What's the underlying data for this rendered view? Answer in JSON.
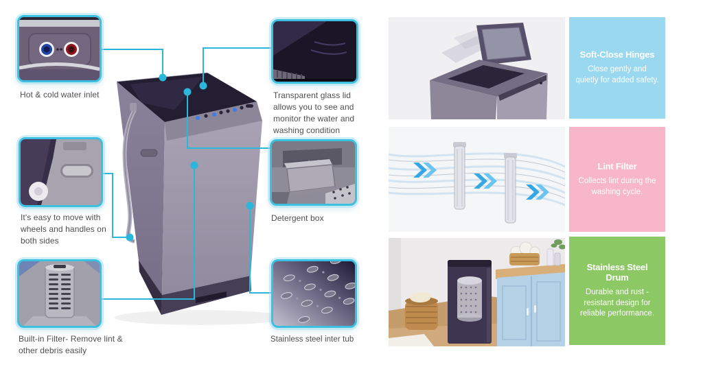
{
  "accent_color": "#2ab7d9",
  "left_section": {
    "callouts": [
      {
        "name": "hot-cold-water-inlet",
        "caption": "Hot & cold water inlet"
      },
      {
        "name": "easy-move-wheels-handles",
        "caption": "It's easy to move with wheels and handles on both sides"
      },
      {
        "name": "built-in-filter",
        "caption": "Built-in Filter- Remove lint & other debris easily"
      },
      {
        "name": "transparent-glass-lid",
        "caption": "Transparent glass lid allows you to see and monitor the water and washing condition"
      },
      {
        "name": "detergent-box",
        "caption": "Detergent box"
      },
      {
        "name": "stainless-steel-inner-tub",
        "caption": "Stainless steel inter tub"
      }
    ]
  },
  "right_section": {
    "features": [
      {
        "name": "soft-close-hinges",
        "title": "Soft-Close Hinges",
        "description": "Close gently and quietly for added safety.",
        "box_color": "#9ad8f0"
      },
      {
        "name": "lint-filter",
        "title": "Lint Filter",
        "description": "Collects lint during the washing cycle.",
        "box_color": "#f8b7c8"
      },
      {
        "name": "stainless-steel-drum",
        "title": "Stainless Steel Drum",
        "description": "Durable and rust -resistant design for reliable performance.",
        "box_color": "#8cc863"
      }
    ]
  }
}
